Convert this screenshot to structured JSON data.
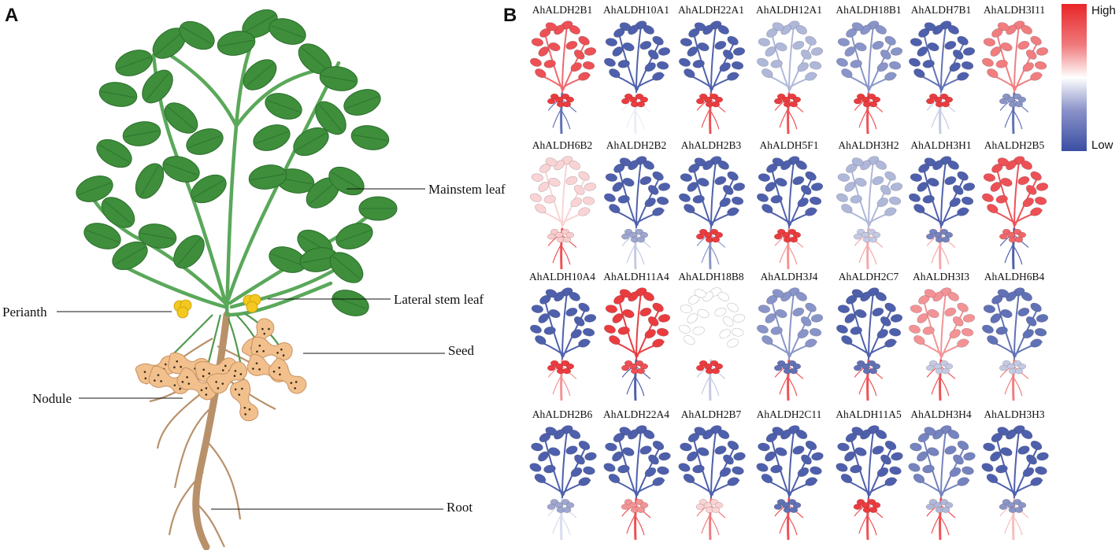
{
  "panel_a": {
    "letter": "A",
    "labels": {
      "mainstem_leaf": "Mainstem leaf",
      "lateral_stem_leaf": "Lateral stem leaf",
      "perianth": "Perianth",
      "seed": "Seed",
      "nodule": "Nodule",
      "root": "Root"
    },
    "colors": {
      "leaf": "#3e8e3c",
      "leaf_dark": "#2c6e2c",
      "stem": "#5aa85a",
      "flower": "#f3c81f",
      "pod": "#f1c08c",
      "root": "#b8916a"
    }
  },
  "panel_b": {
    "letter": "B",
    "legend": {
      "high": "High",
      "low": "Low",
      "high_color": "#e8262a",
      "mid_color": "#ffffff",
      "low_color": "#3a4ea3"
    },
    "genes": [
      {
        "name": "AhALDH2B1",
        "leaf": 0.9,
        "stem": 0.85,
        "seed": 0.95,
        "root": 0.1
      },
      {
        "name": "AhALDH10A1",
        "leaf": 0.05,
        "stem": 0.05,
        "seed": 0.95,
        "root": 0.45
      },
      {
        "name": "AhALDH22A1",
        "leaf": 0.05,
        "stem": 0.05,
        "seed": 0.95,
        "root": 0.9
      },
      {
        "name": "AhALDH12A1",
        "leaf": 0.3,
        "stem": 0.3,
        "seed": 0.95,
        "root": 0.9
      },
      {
        "name": "AhALDH18B1",
        "leaf": 0.2,
        "stem": 0.2,
        "seed": 0.95,
        "root": 0.9
      },
      {
        "name": "AhALDH7B1",
        "leaf": 0.05,
        "stem": 0.1,
        "seed": 0.95,
        "root": 0.35
      },
      {
        "name": "AhALDH3I11",
        "leaf": 0.8,
        "stem": 0.8,
        "seed": 0.2,
        "root": 0.1
      },
      {
        "name": "AhALDH6B2",
        "leaf": 0.6,
        "stem": 0.6,
        "seed": 0.62,
        "root": 0.9
      },
      {
        "name": "AhALDH2B2",
        "leaf": 0.05,
        "stem": 0.05,
        "seed": 0.25,
        "root": 0.35
      },
      {
        "name": "AhALDH2B3",
        "leaf": 0.05,
        "stem": 0.05,
        "seed": 0.95,
        "root": 0.2
      },
      {
        "name": "AhALDH5F1",
        "leaf": 0.05,
        "stem": 0.05,
        "seed": 0.95,
        "root": 0.75
      },
      {
        "name": "AhALDH3H2",
        "leaf": 0.3,
        "stem": 0.3,
        "seed": 0.35,
        "root": 0.7
      },
      {
        "name": "AhALDH3H1",
        "leaf": 0.05,
        "stem": 0.05,
        "seed": 0.15,
        "root": 0.7
      },
      {
        "name": "AhALDH2B5",
        "leaf": 0.9,
        "stem": 0.9,
        "seed": 0.85,
        "root": 0.05
      },
      {
        "name": "AhALDH10A4",
        "leaf": 0.05,
        "stem": 0.05,
        "seed": 0.95,
        "root": 0.75
      },
      {
        "name": "AhALDH11A4",
        "leaf": 0.95,
        "stem": 0.95,
        "seed": 0.9,
        "root": 0.05
      },
      {
        "name": "AhALDH18B8",
        "leaf": 0.5,
        "stem": 0.5,
        "seed": 0.95,
        "root": 0.35
      },
      {
        "name": "AhALDH3J4",
        "leaf": 0.2,
        "stem": 0.2,
        "seed": 0.1,
        "root": 0.9
      },
      {
        "name": "AhALDH2C7",
        "leaf": 0.05,
        "stem": 0.05,
        "seed": 0.1,
        "root": 0.9
      },
      {
        "name": "AhALDH3I3",
        "leaf": 0.75,
        "stem": 0.75,
        "seed": 0.35,
        "root": 0.9
      },
      {
        "name": "AhALDH6B4",
        "leaf": 0.1,
        "stem": 0.1,
        "seed": 0.35,
        "root": 0.8
      },
      {
        "name": "AhALDH2B6",
        "leaf": 0.05,
        "stem": 0.05,
        "seed": 0.25,
        "root": 0.4
      },
      {
        "name": "AhALDH22A4",
        "leaf": 0.05,
        "stem": 0.05,
        "seed": 0.75,
        "root": 0.9
      },
      {
        "name": "AhALDH2B7",
        "leaf": 0.05,
        "stem": 0.05,
        "seed": 0.6,
        "root": 0.8
      },
      {
        "name": "AhALDH2C11",
        "leaf": 0.05,
        "stem": 0.05,
        "seed": 0.1,
        "root": 0.9
      },
      {
        "name": "AhALDH11A5",
        "leaf": 0.05,
        "stem": 0.05,
        "seed": 0.95,
        "root": 0.9
      },
      {
        "name": "AhALDH3H4",
        "leaf": 0.15,
        "stem": 0.15,
        "seed": 0.3,
        "root": 0.9
      },
      {
        "name": "AhALDH3H3",
        "leaf": 0.05,
        "stem": 0.05,
        "seed": 0.2,
        "root": 0.65
      }
    ]
  }
}
